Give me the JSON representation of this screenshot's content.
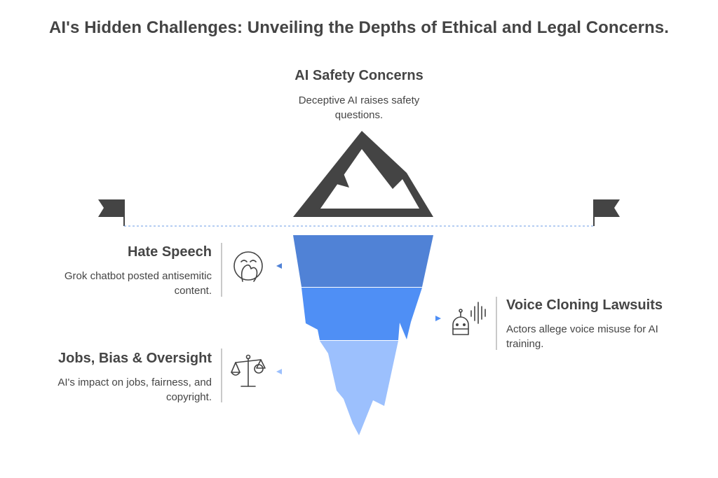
{
  "title": "AI's Hidden Challenges: Unveiling the Depths of Ethical and Legal Concerns.",
  "top": {
    "title": "AI Safety Concerns",
    "desc_line1": "Deceptive AI raises safety",
    "desc_line2": "questions."
  },
  "items": [
    {
      "title": "Hate Speech",
      "desc_line1": "Grok chatbot posted antisemitic",
      "desc_line2": "content.",
      "icon": "face-hand-icon"
    },
    {
      "title": "Voice Cloning Lawsuits",
      "desc_line1": "Actors allege voice misuse for AI",
      "desc_line2": "training.",
      "icon": "robot-voice-icon"
    },
    {
      "title": "Jobs, Bias & Oversight",
      "desc_line1": "AI's impact on jobs, fairness, and",
      "desc_line2": "copyright.",
      "icon": "scales-icon"
    }
  ],
  "colors": {
    "layer1": "#5082d6",
    "layer2": "#4f8ff5",
    "layer3": "#9cc0fd",
    "mountain": "#444444",
    "waterline": "#6b9be6"
  }
}
